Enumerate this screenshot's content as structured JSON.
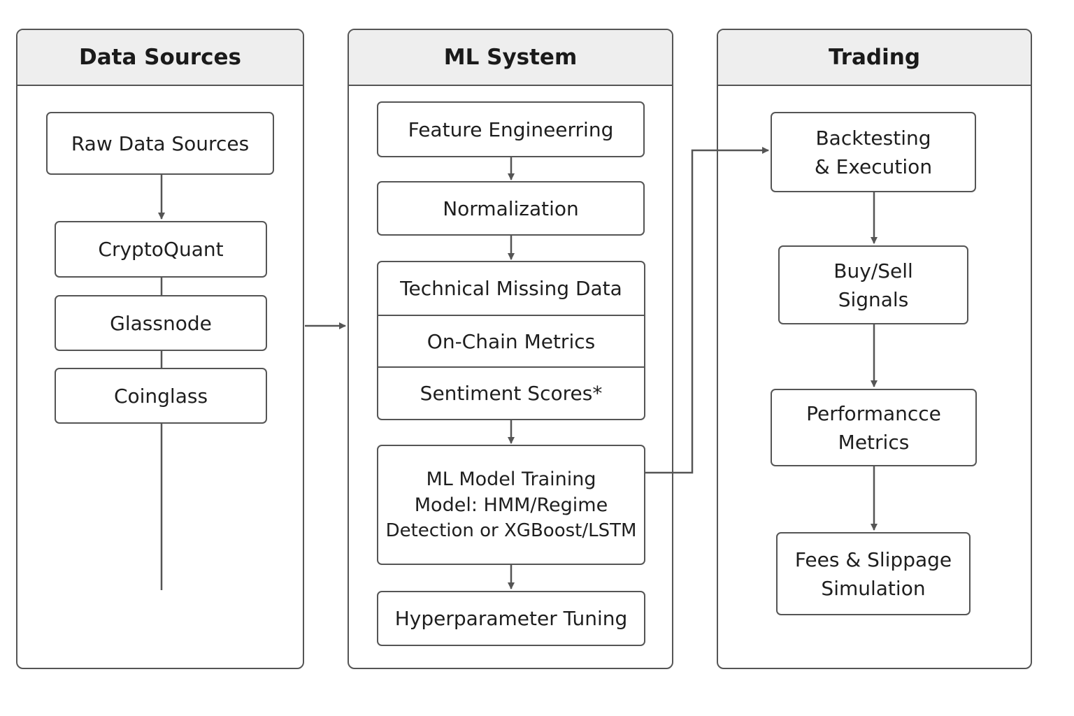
{
  "panels": {
    "data_sources": {
      "title": "Data Sources"
    },
    "ml_system": {
      "title": "ML System"
    },
    "trading": {
      "title": "Trading"
    }
  },
  "data_sources": {
    "raw": "Raw Data Sources",
    "cryptoquant": "CryptoQuant",
    "glassnode": "Glassnode",
    "coinglass": "Coinglass"
  },
  "ml_system": {
    "feature_engineering": "Feature Engineerring",
    "normalization": "Normalization",
    "features_stack": {
      "technical": "Technical Missing Data",
      "onchain": "On-Chain Metrics",
      "sentiment": "Sentiment Scores*"
    },
    "training": {
      "line1": "ML Model Training",
      "line2": "Model: HMM/Regime",
      "line3": "Detection or XGBoost/LSTM"
    },
    "hyperparameter": "Hyperparameter Tuning"
  },
  "trading": {
    "backtesting": {
      "line1": "Backtesting",
      "line2": "& Execution"
    },
    "signals": {
      "line1": "Buy/Sell",
      "line2": "Signals"
    },
    "performance": {
      "line1": "Performancce",
      "line2": "Metrics"
    },
    "fees": {
      "line1": "Fees & Slippage",
      "line2": "Simulation"
    }
  },
  "colors": {
    "line": "#555555",
    "header_bg": "#eeeeee",
    "text": "#1e1e1e"
  }
}
